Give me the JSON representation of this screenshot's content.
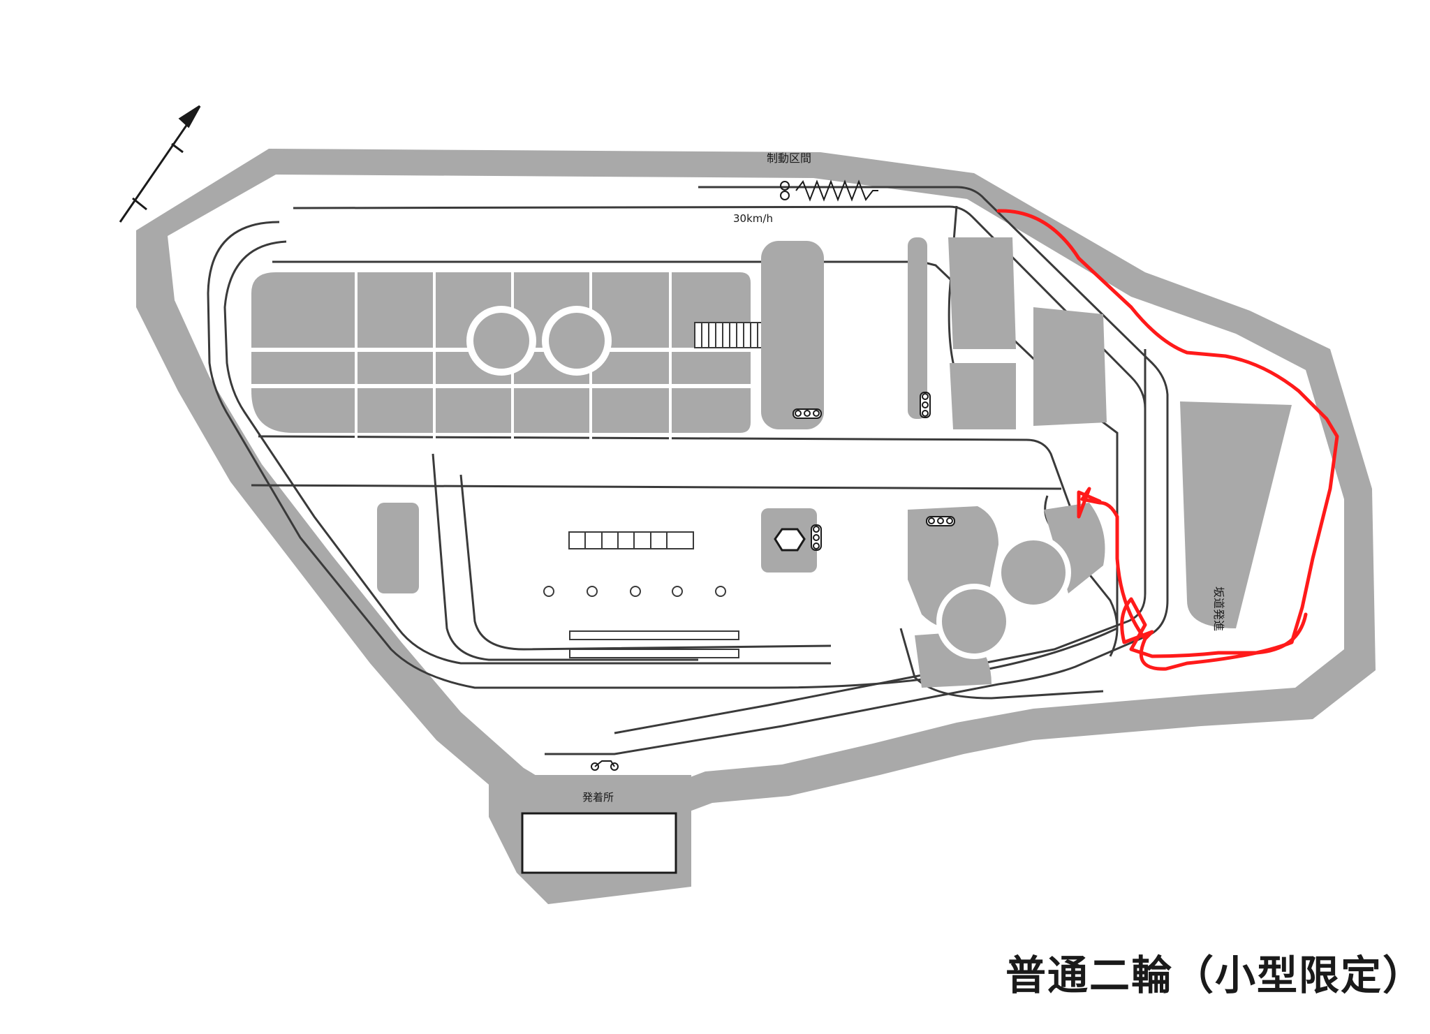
{
  "sheet": {
    "title": "普通二輪（小型限定）"
  },
  "map": {
    "labels": {
      "braking_section": "制動区間",
      "speed_limit": "30km/h",
      "slope_start": "坂道発進",
      "departure_point": "発着所"
    },
    "colors": {
      "block_fill": "#a9a9a9",
      "road_line": "#3a3a3a",
      "route_highlight": "#ff1a1a",
      "background": "#ffffff"
    },
    "icons": [
      "north-arrow-icon",
      "traffic-light-icon",
      "hexagon-marker-icon",
      "motorcycle-icon"
    ]
  }
}
